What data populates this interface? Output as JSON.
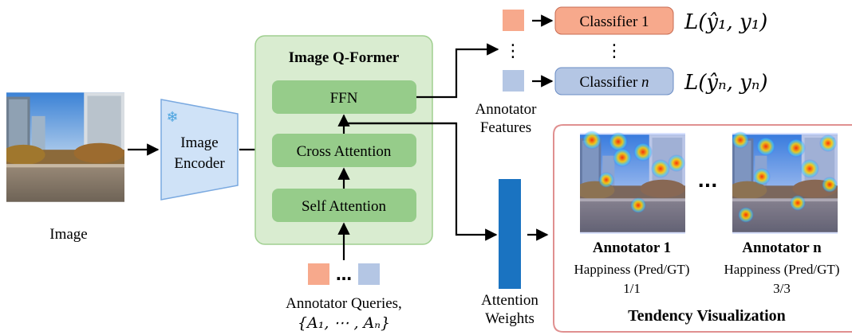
{
  "input": {
    "image_label": "Image"
  },
  "encoder": {
    "label_line1": "Image",
    "label_line2": "Encoder",
    "frozen_icon": "snowflake-icon"
  },
  "qformer": {
    "title": "Image Q-Former",
    "ffn": "FFN",
    "cross_attention": "Cross Attention",
    "self_attention": "Self Attention"
  },
  "queries": {
    "ellipsis": "…",
    "label_line1": "Annotator Queries,",
    "label_line2": "{A₁, ⋯ , Aₙ}"
  },
  "classifiers": {
    "items": [
      {
        "name": "Classifier 1",
        "loss": "L(ŷ₁, y₁)",
        "color": "#f7a98c"
      },
      {
        "name_prefix": "Classifier ",
        "name_suffix": "n",
        "loss": "L(ŷₙ, yₙ)",
        "color": "#b4c6e4"
      }
    ],
    "vdots": "⋮",
    "features_line1": "Annotator",
    "features_line2": "Features"
  },
  "attention": {
    "label_line1": "Attention",
    "label_line2": "Weights",
    "bar_color": "#1a73c1"
  },
  "visualization": {
    "title": "Tendency Visualization",
    "ellipsis": "...",
    "annotators": [
      {
        "name": "Annotator 1",
        "metric": "Happiness (Pred/GT)",
        "value": "1/1"
      },
      {
        "name": "Annotator n",
        "metric": "Happiness (Pred/GT)",
        "value": "3/3"
      }
    ]
  },
  "colors": {
    "qformer_bg": "#d9ecd0",
    "qformer_border": "#9fcf8f",
    "block_fill": "#96cc8a",
    "encoder_fill": "#cfe2f7",
    "encoder_border": "#7aa9e0",
    "panel_border": "#e09090"
  }
}
